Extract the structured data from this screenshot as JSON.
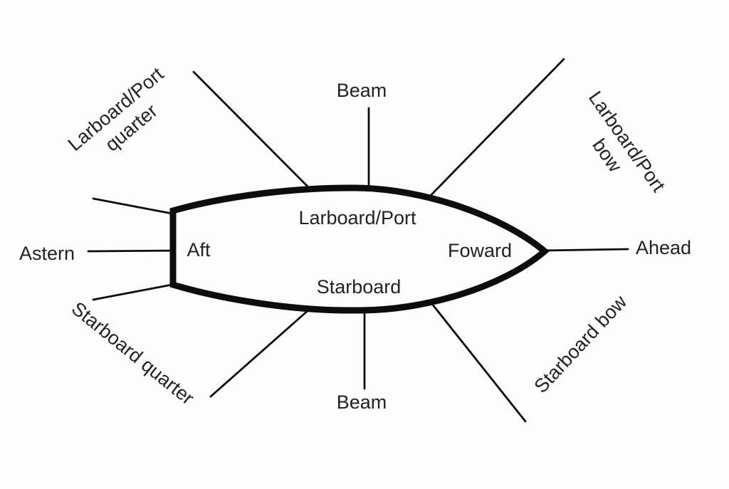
{
  "diagram_type": "ship-relative-bearings",
  "labels": {
    "inside": {
      "port_side": "Larboard/Port",
      "starboard_side": "Starboard",
      "aft": "Aft",
      "forward": "Foward"
    },
    "outside": {
      "beam_top": "Beam",
      "beam_bottom": "Beam",
      "astern": "Astern",
      "ahead": "Ahead",
      "larboard_quarter": [
        "Larboard/Port",
        "quarter"
      ],
      "larboard_bow": [
        "Larboard/Port",
        "bow"
      ],
      "starboard_quarter": "Starboard quarter",
      "starboard_bow": "Starboard bow"
    }
  },
  "icons": {
    "ship_hull": "ship-hull-outline"
  },
  "colors": {
    "stroke": "#0d0d0d",
    "text": "#222222",
    "background": "#fdfdfd"
  }
}
